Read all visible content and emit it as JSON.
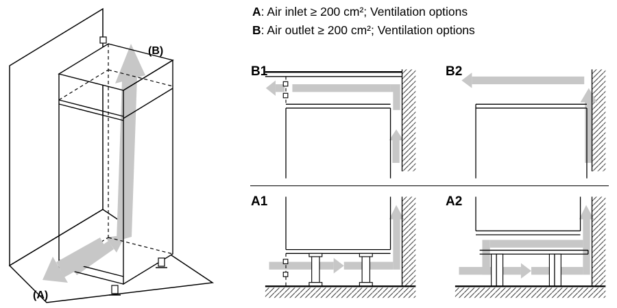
{
  "legend": {
    "items": [
      {
        "key": "A",
        "rest": ": Air inlet ≥ 200 cm²; Ventilation options"
      },
      {
        "key": "B",
        "rest": ": Air outlet ≥ 200 cm²; Ventilation options"
      }
    ]
  },
  "iso": {
    "label_a": "(A)",
    "label_b": "(B)"
  },
  "panels": [
    {
      "label": "B1"
    },
    {
      "label": "B2"
    },
    {
      "label": "A1"
    },
    {
      "label": "A2"
    }
  ],
  "colors": {
    "line": "#000000",
    "arrow": "#c7c7c7",
    "hatch": "#2b2b2b",
    "background": "#ffffff"
  }
}
